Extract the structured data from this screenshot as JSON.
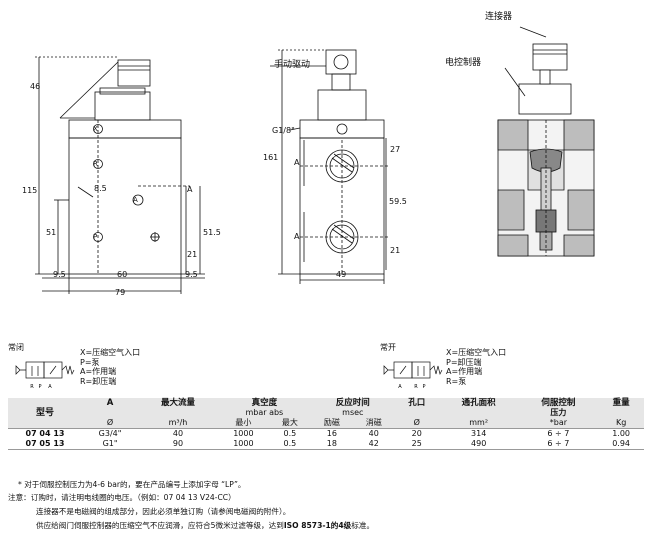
{
  "labels": {
    "connector": "连接器",
    "manual_drive": "手动驱动",
    "electronic_controller": "电控制器",
    "port_x": "X",
    "port_r": "R",
    "port_a": "A",
    "port_p": "P",
    "dim_46": "46",
    "dim_115": "115",
    "dim_51": "51",
    "dim_8_5": "8.5",
    "dim_a_left": "A",
    "dim_51_5": "51.5",
    "dim_21_left": "21",
    "dim_9_5_a": "9.5",
    "dim_60": "60",
    "dim_9_5_b": "9.5",
    "dim_79": "79",
    "dim_161": "161",
    "dim_g18": "G1/8\"",
    "dim_27": "27",
    "dim_a_mid1": "A",
    "dim_59_5": "59.5",
    "dim_a_mid2": "A",
    "dim_21_mid": "21",
    "dim_49": "49"
  },
  "symbols": {
    "nc_title": "常闭",
    "no_title": "常开",
    "nc_legend": [
      "X=压缩空气入口",
      "P=泵",
      "A=作用端",
      "R=卸压端"
    ],
    "no_legend": [
      "X=压缩空气入口",
      "P=卸压端",
      "A=作用端",
      "R=泵"
    ],
    "nc_ports": [
      "A",
      "R",
      "P"
    ],
    "no_ports": [
      "A",
      "R",
      "P"
    ]
  },
  "table": {
    "headers": {
      "model": "型号",
      "a": "A",
      "max_flow": "最大流量",
      "vacuum": "真空度",
      "response": "反应时间",
      "orifice": "孔口",
      "area": "通孔面积",
      "pilot": "伺服控制",
      "pilot2": "压力",
      "weight": "重量"
    },
    "units": {
      "vacuum_unit": "mbar abs",
      "response_unit": "msec",
      "a_unit": "Ø",
      "flow_unit": "m³/h",
      "vac_min": "最小",
      "vac_max": "最大",
      "resp_on": "励磁",
      "resp_off": "消磁",
      "orifice_unit": "Ø",
      "area_unit": "mm²",
      "pilot_unit": "*bar",
      "weight_unit": "Kg"
    },
    "rows": [
      {
        "model": "07 04 13",
        "a": "G3/4\"",
        "flow": "40",
        "vmin": "1000",
        "vmax": "0.5",
        "on": "16",
        "off": "40",
        "orifice": "20",
        "area": "314",
        "pilot": "6 ÷ 7",
        "weight": "1.00"
      },
      {
        "model": "07 05 13",
        "a": "G1\"",
        "flow": "90",
        "vmin": "1000",
        "vmax": "0.5",
        "on": "18",
        "off": "42",
        "orifice": "25",
        "area": "490",
        "pilot": "6 ÷ 7",
        "weight": "0.94"
      }
    ]
  },
  "notes": {
    "n1": "* 对于伺服控制压力为4-6 bar的，要在产品编号上添加字母 “LP”。",
    "n2": "注意：订购时，请注明电线圈的电压。（例如：07 04 13 V24-CC）",
    "n3": "连接器不是电磁阀的组成部分，因此必须单独订购（请参阅电磁阀的附件）。",
    "n4_a": "供应给阀门伺服控制器的压缩空气不应润滑，应符合5微米过滤等级，达到",
    "n4_b": "ISO 8573-1的4级",
    "n4_c": "标准。"
  }
}
